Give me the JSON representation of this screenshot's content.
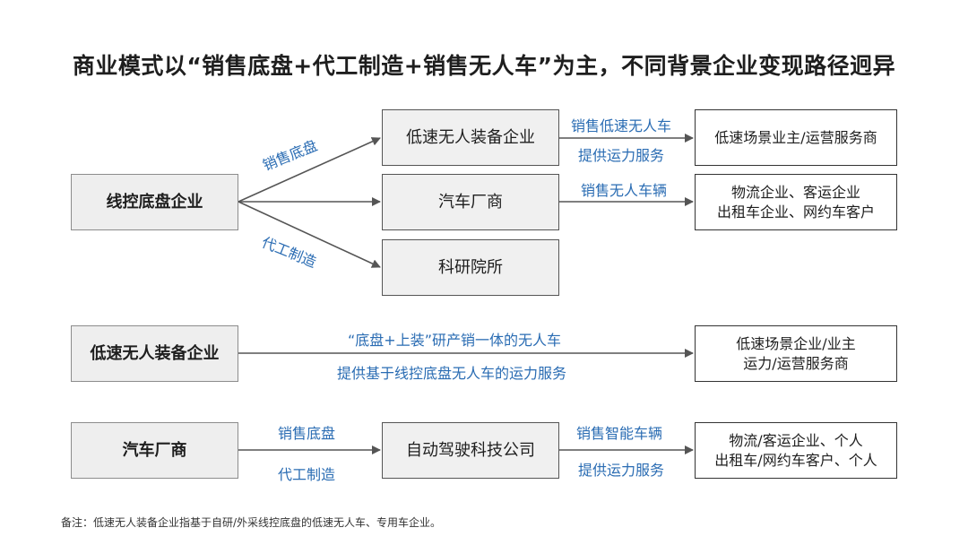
{
  "title": "商业模式以“销售底盘+代工制造+销售无人车”为主，不同背景企业变现路径迥异",
  "row1": {
    "source": "线控底盘企业",
    "label_up": "销售底盘",
    "label_down": "代工制造",
    "mid_a": "低速无人装备企业",
    "mid_b": "汽车厂商",
    "mid_c": "科研院所",
    "arrow_a_top": "销售低速无人车",
    "arrow_a_bottom": "提供运力服务",
    "arrow_b_top": "销售无人车辆",
    "target_a": "低速场景业主/运营服务商",
    "target_b_line1": "物流企业、客运企业",
    "target_b_line2": "出租车企业、网约车客户"
  },
  "row2": {
    "source": "低速无人装备企业",
    "arrow_top": "“底盘+上装”研产销一体的无人车",
    "arrow_bottom": "提供基于线控底盘无人车的运力服务",
    "target_line1": "低速场景企业/业主",
    "target_line2": "运力/运营服务商"
  },
  "row3": {
    "source": "汽车厂商",
    "arrow1_top": "销售底盘",
    "arrow1_bottom": "代工制造",
    "mid": "自动驾驶科技公司",
    "arrow2_top": "销售智能车辆",
    "arrow2_bottom": "提供运力服务",
    "target_line1": "物流/客运企业、个人",
    "target_line2": "出租车/网约车客户、个人"
  },
  "note": "备注：低速无人装备企业指基于自研/外采线控底盘的低速无人车、专用车企业。",
  "colors": {
    "label_blue": "#2a6cb3",
    "arrow": "#555555",
    "source_fill": "#eeeeee"
  }
}
